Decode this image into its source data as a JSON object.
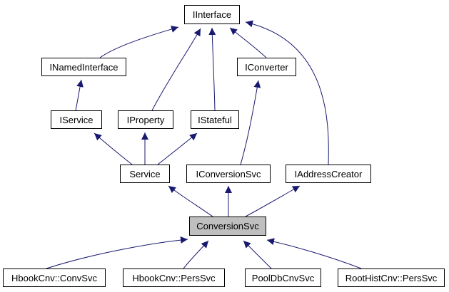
{
  "diagram": {
    "kind": "class-inheritance-graph",
    "colors": {
      "edge": "#191970",
      "node_border": "#000000",
      "node_fill": "#ffffff",
      "highlight_fill": "#bfbfbf",
      "text": "#000000",
      "background": "#ffffff"
    },
    "nodes": [
      {
        "id": "IInterface",
        "label": "IInterface",
        "highlighted": false
      },
      {
        "id": "INamedInterface",
        "label": "INamedInterface",
        "highlighted": false
      },
      {
        "id": "IConverter",
        "label": "IConverter",
        "highlighted": false
      },
      {
        "id": "IService",
        "label": "IService",
        "highlighted": false
      },
      {
        "id": "IProperty",
        "label": "IProperty",
        "highlighted": false
      },
      {
        "id": "IStateful",
        "label": "IStateful",
        "highlighted": false
      },
      {
        "id": "Service",
        "label": "Service",
        "highlighted": false
      },
      {
        "id": "IConversionSvc",
        "label": "IConversionSvc",
        "highlighted": false
      },
      {
        "id": "IAddressCreator",
        "label": "IAddressCreator",
        "highlighted": false
      },
      {
        "id": "ConversionSvc",
        "label": "ConversionSvc",
        "highlighted": true
      },
      {
        "id": "HbookCnvConvSvc",
        "label": "HbookCnv::ConvSvc",
        "highlighted": false
      },
      {
        "id": "HbookCnvPersSvc",
        "label": "HbookCnv::PersSvc",
        "highlighted": false
      },
      {
        "id": "PoolDbCnvSvc",
        "label": "PoolDbCnvSvc",
        "highlighted": false
      },
      {
        "id": "RootHistCnvPersSvc",
        "label": "RootHistCnv::PersSvc",
        "highlighted": false
      }
    ],
    "edges": [
      {
        "from": "INamedInterface",
        "to": "IInterface",
        "relation": "inherits"
      },
      {
        "from": "IConverter",
        "to": "IInterface",
        "relation": "inherits"
      },
      {
        "from": "IProperty",
        "to": "IInterface",
        "relation": "inherits"
      },
      {
        "from": "IStateful",
        "to": "IInterface",
        "relation": "inherits"
      },
      {
        "from": "IAddressCreator",
        "to": "IInterface",
        "relation": "inherits"
      },
      {
        "from": "IService",
        "to": "INamedInterface",
        "relation": "inherits"
      },
      {
        "from": "Service",
        "to": "IService",
        "relation": "inherits"
      },
      {
        "from": "Service",
        "to": "IProperty",
        "relation": "inherits"
      },
      {
        "from": "Service",
        "to": "IStateful",
        "relation": "inherits"
      },
      {
        "from": "IConversionSvc",
        "to": "IConverter",
        "relation": "inherits"
      },
      {
        "from": "ConversionSvc",
        "to": "Service",
        "relation": "inherits"
      },
      {
        "from": "ConversionSvc",
        "to": "IConversionSvc",
        "relation": "inherits"
      },
      {
        "from": "ConversionSvc",
        "to": "IAddressCreator",
        "relation": "inherits"
      },
      {
        "from": "HbookCnvConvSvc",
        "to": "ConversionSvc",
        "relation": "inherits"
      },
      {
        "from": "HbookCnvPersSvc",
        "to": "ConversionSvc",
        "relation": "inherits"
      },
      {
        "from": "PoolDbCnvSvc",
        "to": "ConversionSvc",
        "relation": "inherits"
      },
      {
        "from": "RootHistCnvPersSvc",
        "to": "ConversionSvc",
        "relation": "inherits"
      }
    ]
  }
}
